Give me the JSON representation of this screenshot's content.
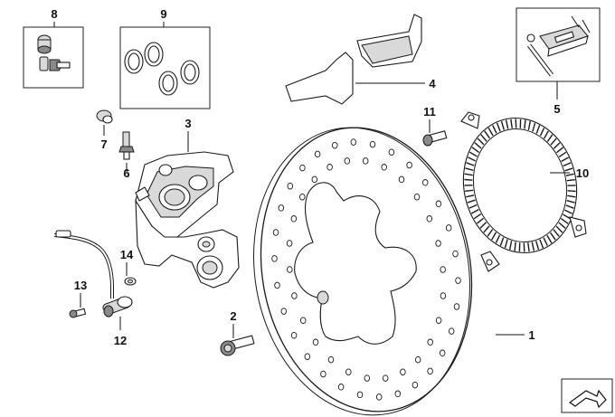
{
  "callouts": {
    "c1": "1",
    "c2": "2",
    "c3": "3",
    "c4": "4",
    "c5": "5",
    "c6": "6",
    "c7": "7",
    "c8": "8",
    "c9": "9",
    "c10": "10",
    "c11": "11",
    "c12": "12",
    "c13": "13",
    "c14": "14"
  },
  "icons": {
    "corner": "arrow-corner-icon"
  }
}
